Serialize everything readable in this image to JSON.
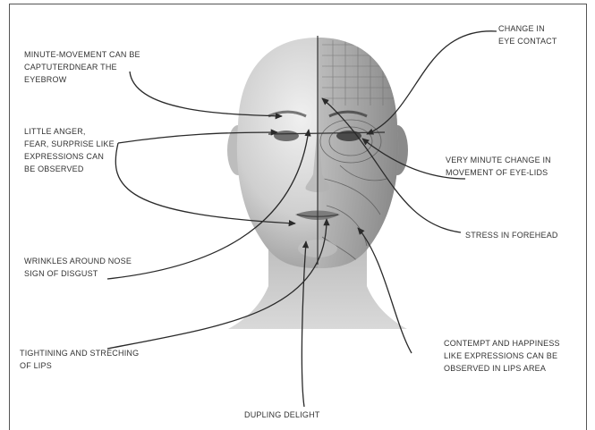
{
  "labels": {
    "minute_movement": [
      "MINUTE-MOVEMENT CAN BE",
      "CAPTUTERDNEAR THE",
      "EYEBROW"
    ],
    "anger": [
      "LITTLE ANGER,",
      "FEAR, SURPRISE LIKE",
      "EXPRESSIONS CAN",
      "BE OBSERVED"
    ],
    "wrinkles": [
      "WRINKLES AROUND NOSE",
      "SIGN OF DISGUST"
    ],
    "tightening": [
      "TIGHTINING AND STRECHING",
      "OF LIPS"
    ],
    "dimpling": [
      "DUPLING DELIGHT"
    ],
    "eye_contact": [
      "CHANGE IN",
      "EYE CONTACT"
    ],
    "eyelids": [
      "VERY MINUTE CHANGE IN",
      "MOVEMENT OF EYE-LIDS"
    ],
    "forehead": [
      "STRESS IN FOREHEAD"
    ],
    "contempt": [
      "CONTEMPT AND HAPPINESS",
      "LIKE EXPRESSIONS CAN BE",
      "OBSERVED IN LIPS AREA"
    ]
  },
  "colors": {
    "arrow": "#2a2a2a",
    "text": "#333333",
    "skin_light": "#d6d6d6",
    "skin_dark": "#8f8f8f"
  }
}
